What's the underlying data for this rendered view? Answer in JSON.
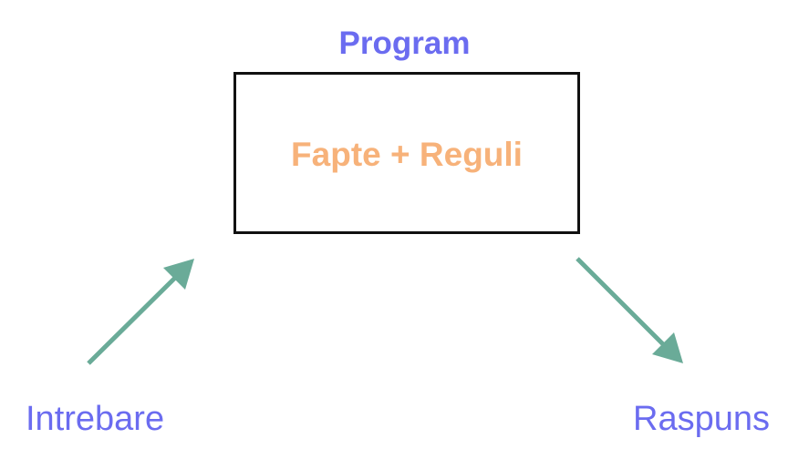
{
  "diagram": {
    "title": "Program",
    "box_text": "Fapte + Reguli",
    "input_label": "Intrebare",
    "output_label": "Raspuns",
    "colors": {
      "title": "#6b6cf0",
      "box_text": "#f7b27a",
      "box_border": "#111111",
      "arrow": "#6aab98",
      "labels": "#6b6cf0"
    }
  }
}
